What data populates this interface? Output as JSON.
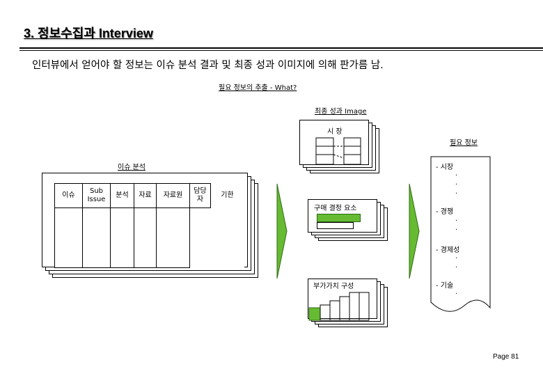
{
  "title": "3. 정보수집과 Interview",
  "subtitle": "인터뷰에서 얻어야 할 정보는 이슈 분석 결과 및 최종 성과 이미지에 의해 판가름 남.",
  "what_label": "필요 정보의 추출 - What?",
  "final_image_label": "최종 성과 Image",
  "market_card_label": "시 장",
  "issue_analysis_label": "이슈 분석",
  "issue_table": {
    "headers": [
      "이슈",
      "Sub Issue",
      "분석",
      "자료",
      "자료원",
      "담당자",
      "기한"
    ]
  },
  "purchase_card_label": "구매 결정 요소",
  "value_card_label": "부가가치 구성",
  "required_info": {
    "label": "필요 정보",
    "items": [
      {
        "text": "- 시장"
      },
      {
        "text": "- 경쟁"
      },
      {
        "text": "- 경제성"
      },
      {
        "text": "- 기술"
      }
    ]
  },
  "page_number": "Page 81",
  "colors": {
    "arrow": "#66bb33",
    "bar": "#66bb33"
  }
}
